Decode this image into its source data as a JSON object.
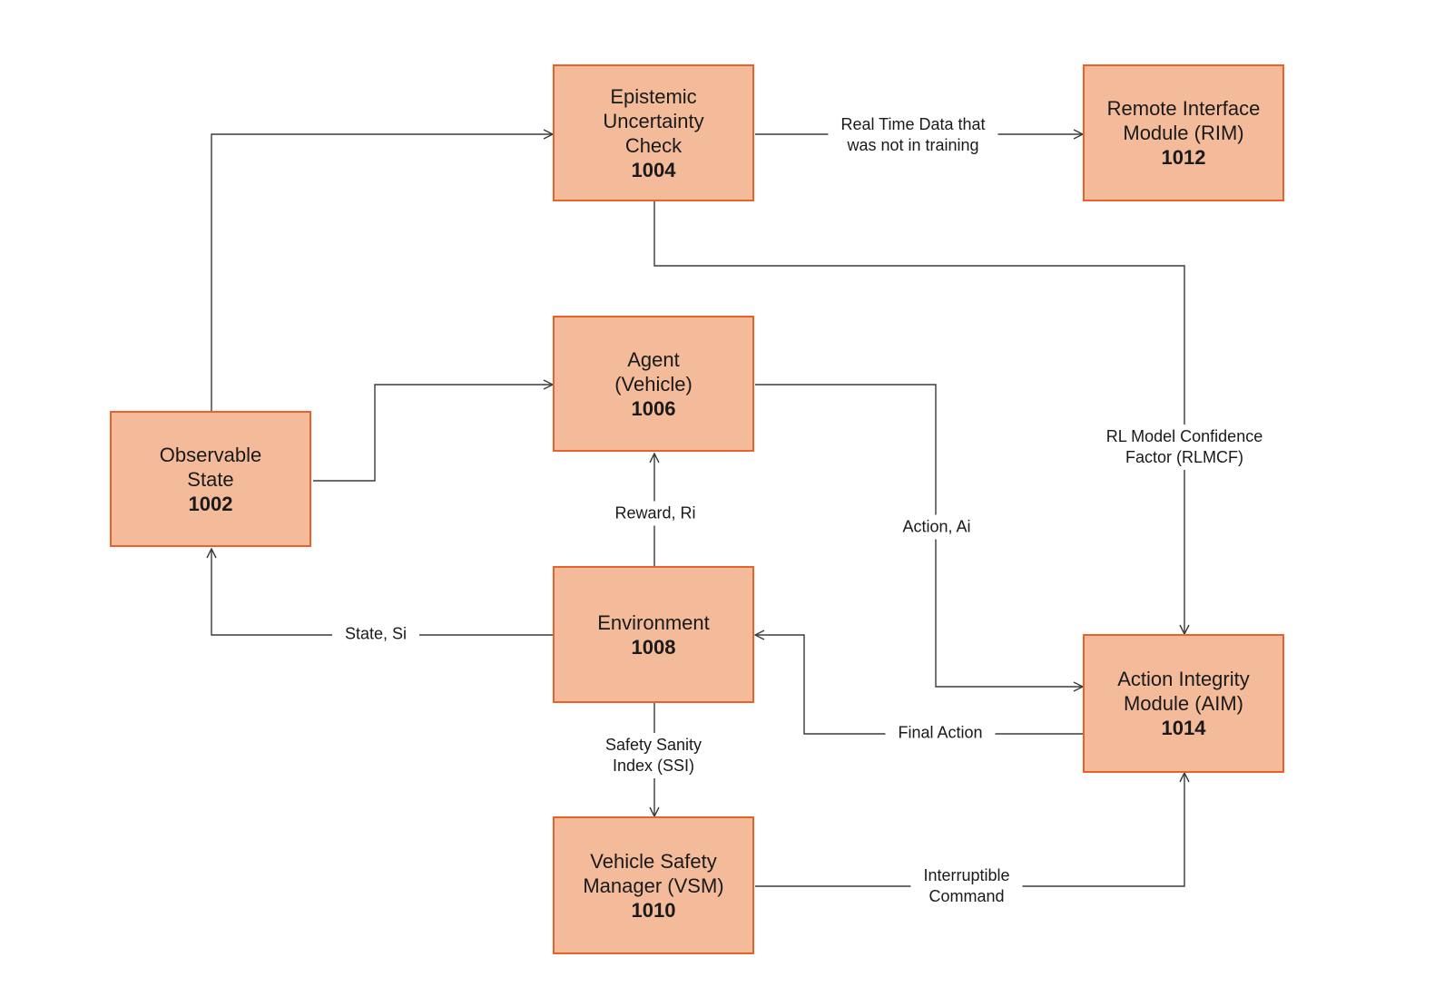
{
  "colors": {
    "box_fill": "#f4bb9b",
    "box_border": "#e8622a",
    "connector": "#3a3a3a"
  },
  "boxes": {
    "observable_state": {
      "name": "Observable\nState",
      "number": "1002"
    },
    "epistemic_check": {
      "name": "Epistemic\nUncertainty\nCheck",
      "number": "1004"
    },
    "agent": {
      "name": "Agent\n(Vehicle)",
      "number": "1006"
    },
    "environment": {
      "name": "Environment",
      "number": "1008"
    },
    "vsm": {
      "name": "Vehicle Safety\nManager (VSM)",
      "number": "1010"
    },
    "rim": {
      "name": "Remote Interface\nModule (RIM)",
      "number": "1012"
    },
    "aim": {
      "name": "Action Integrity\nModule (AIM)",
      "number": "1014"
    }
  },
  "labels": {
    "real_time_data": "Real Time Data that\nwas not in training",
    "rlmcf": "RL Model Confidence\nFactor (RLMCF)",
    "reward": "Reward, Ri",
    "action": "Action, Ai",
    "state": "State, Si",
    "final_action": "Final Action",
    "ssi": "Safety Sanity\nIndex (SSI)",
    "interruptible": "Interruptible\nCommand"
  }
}
